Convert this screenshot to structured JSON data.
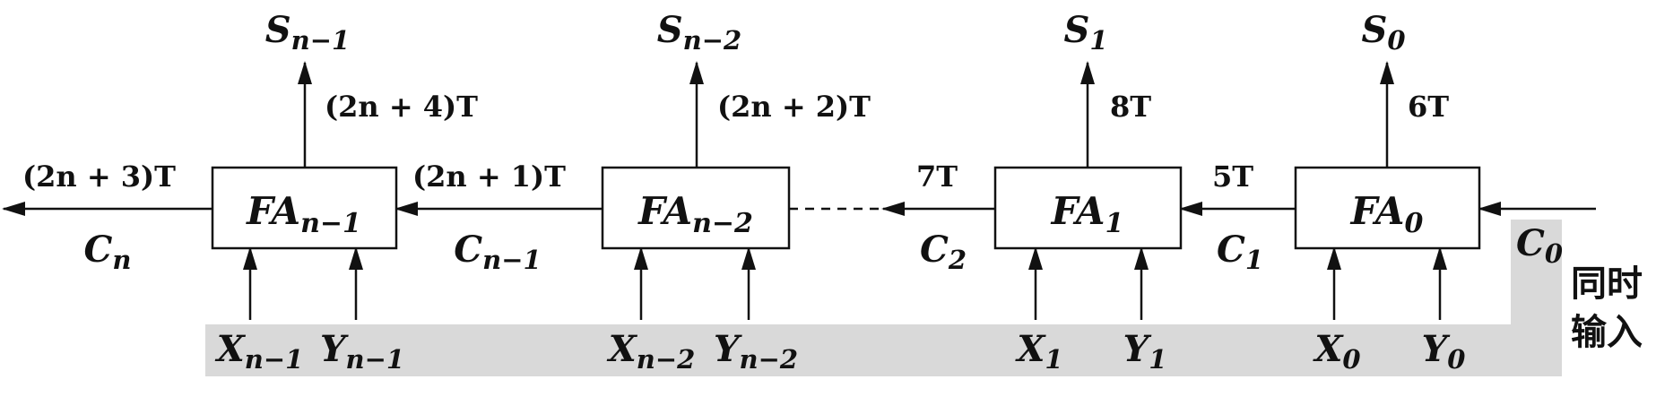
{
  "adders": [
    {
      "box": {
        "main": "FA",
        "sub": "n−1"
      },
      "sum": {
        "main": "S",
        "sub": "n−1"
      },
      "sum_delay": "(2n + 4)T",
      "carry_out": {
        "main": "C",
        "sub": "n"
      },
      "carry_delay": "(2n + 3)T",
      "x": {
        "main": "X",
        "sub": "n−1"
      },
      "y": {
        "main": "Y",
        "sub": "n−1"
      }
    },
    {
      "box": {
        "main": "FA",
        "sub": "n−2"
      },
      "sum": {
        "main": "S",
        "sub": "n−2"
      },
      "sum_delay": "(2n + 2)T",
      "carry_out": {
        "main": "C",
        "sub": "n−1"
      },
      "carry_delay": "(2n + 1)T",
      "x": {
        "main": "X",
        "sub": "n−2"
      },
      "y": {
        "main": "Y",
        "sub": "n−2"
      }
    },
    {
      "box": {
        "main": "FA",
        "sub": "1"
      },
      "sum": {
        "main": "S",
        "sub": "1"
      },
      "sum_delay": "8T",
      "carry_out": {
        "main": "C",
        "sub": "2"
      },
      "carry_delay": "7T",
      "x": {
        "main": "X",
        "sub": "1"
      },
      "y": {
        "main": "Y",
        "sub": "1"
      }
    },
    {
      "box": {
        "main": "FA",
        "sub": "0"
      },
      "sum": {
        "main": "S",
        "sub": "0"
      },
      "sum_delay": "6T",
      "carry_out": {
        "main": "C",
        "sub": "1"
      },
      "carry_delay": "5T",
      "x": {
        "main": "X",
        "sub": "0"
      },
      "y": {
        "main": "Y",
        "sub": "0"
      }
    }
  ],
  "carry_in": {
    "main": "C",
    "sub": "0"
  },
  "simultaneous_input": {
    "line1": "同时",
    "line2": "输入"
  },
  "colors": {
    "stroke": "#111111",
    "shade": "#d9d9d9",
    "background": "#ffffff"
  }
}
